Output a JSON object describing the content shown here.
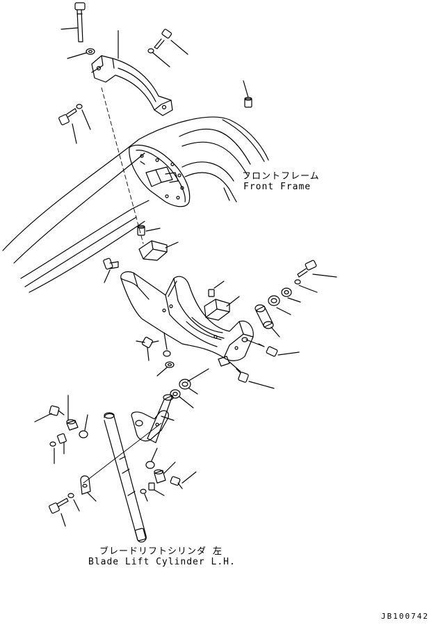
{
  "labels": {
    "front_frame_jp": "フロントフレーム",
    "front_frame_en": "Front Frame",
    "blade_lift_jp": "ブレードリフトシリンダ 左",
    "blade_lift_en": "Blade Lift Cylinder L.H.",
    "drawing_code": "JB100742"
  },
  "colors": {
    "line": "#000000",
    "background": "#ffffff"
  }
}
